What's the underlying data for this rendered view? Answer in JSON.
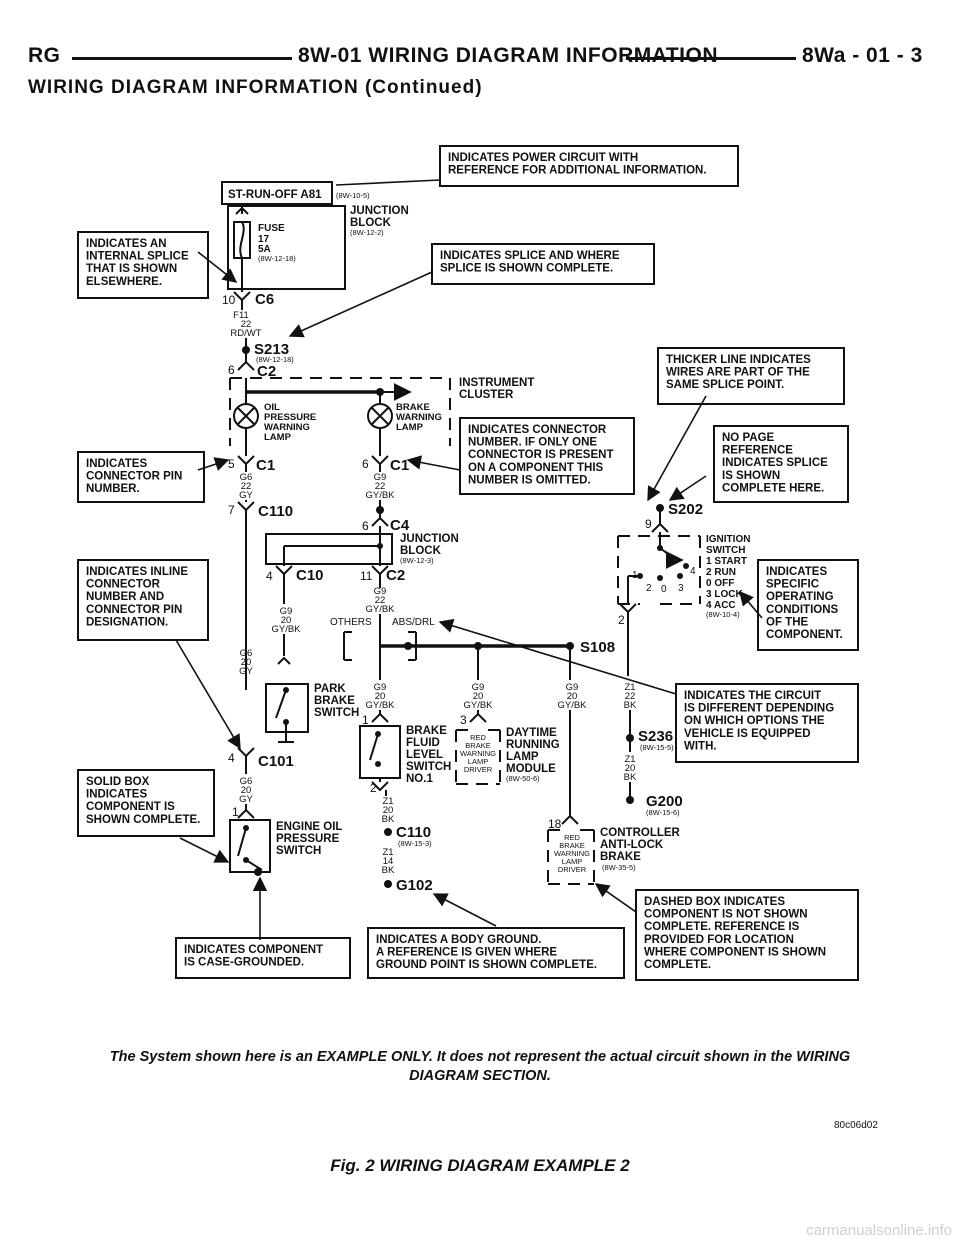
{
  "header": {
    "left": "RG",
    "center": "8W-01 WIRING DIAGRAM INFORMATION",
    "right": "8Wa - 01 - 3",
    "subtitle": "WIRING DIAGRAM INFORMATION (Continued)"
  },
  "callouts": {
    "power_circuit": [
      "INDICATES POWER CIRCUIT WITH",
      "REFERENCE FOR ADDITIONAL INFORMATION."
    ],
    "internal_splice": [
      "INDICATES AN",
      "INTERNAL SPLICE",
      "THAT IS SHOWN",
      "ELSEWHERE."
    ],
    "splice_complete": [
      "INDICATES SPLICE AND WHERE",
      "SPLICE IS SHOWN COMPLETE."
    ],
    "thicker_line": [
      "THICKER LINE INDICATES",
      "WIRES ARE PART OF THE",
      "SAME SPLICE POINT."
    ],
    "connector_number": [
      "INDICATES CONNECTOR",
      "NUMBER.  IF ONLY ONE",
      "CONNECTOR IS PRESENT",
      "ON A COMPONENT THIS",
      "NUMBER IS OMITTED."
    ],
    "no_page_ref": [
      "NO PAGE",
      "REFERENCE",
      "INDICATES SPLICE",
      "IS SHOWN",
      "COMPLETE HERE."
    ],
    "connector_pin": [
      "INDICATES",
      "CONNECTOR PIN",
      "NUMBER."
    ],
    "inline_connector": [
      "INDICATES INLINE",
      "CONNECTOR",
      "NUMBER AND",
      "CONNECTOR PIN",
      "DESIGNATION."
    ],
    "operating_conditions": [
      "INDICATES",
      "SPECIFIC",
      "OPERATING",
      "CONDITIONS",
      "OF THE",
      "COMPONENT."
    ],
    "circuit_options": [
      "INDICATES THE CIRCUIT",
      "IS DIFFERENT DEPENDING",
      "ON WHICH OPTIONS THE",
      "VEHICLE IS EQUIPPED",
      "WITH."
    ],
    "solid_box": [
      "SOLID BOX",
      "INDICATES",
      "COMPONENT IS",
      "SHOWN COMPLETE."
    ],
    "dashed_box": [
      "DASHED BOX INDICATES",
      "COMPONENT IS NOT SHOWN",
      "COMPLETE.  REFERENCE IS",
      "PROVIDED FOR LOCATION",
      "WHERE COMPONENT IS SHOWN",
      "COMPLETE."
    ],
    "case_grounded": [
      "INDICATES COMPONENT",
      "IS CASE-GROUNDED."
    ],
    "body_ground": [
      "INDICATES A BODY GROUND.",
      "A REFERENCE IS GIVEN WHERE",
      "GROUND POINT IS SHOWN COMPLETE."
    ]
  },
  "diagram": {
    "st_run_off": "ST-RUN-OFF A81",
    "st_ref": "(8W-10-5)",
    "jb1": [
      "JUNCTION",
      "BLOCK"
    ],
    "jb1_ref": "(8W-12-2)",
    "fuse": [
      "FUSE",
      "17",
      "5A"
    ],
    "fuse_ref": "(8W-12-18)",
    "pin10": "10",
    "c6": "C6",
    "wire_f11": [
      "F11",
      "22",
      "RD/WT"
    ],
    "s213": "S213",
    "s213_ref": "(8W-12-18)",
    "pin6a": "6",
    "c2a": "C2",
    "ic": [
      "INSTRUMENT",
      "CLUSTER"
    ],
    "oil_lamp": [
      "OIL",
      "PRESSURE",
      "WARNING",
      "LAMP"
    ],
    "brake_lamp": [
      "BRAKE",
      "WARNING",
      "LAMP"
    ],
    "pin5": "5",
    "c1a": "C1",
    "pin6b": "6",
    "c1b": "C1",
    "wire_g6a": [
      "G6",
      "22",
      "GY"
    ],
    "wire_g9a": [
      "G9",
      "22",
      "GY/BK"
    ],
    "pin7": "7",
    "c110a": "C110",
    "pin6c": "6",
    "c4": "C4",
    "jb2": [
      "JUNCTION",
      "BLOCK"
    ],
    "jb2_ref": "(8W-12-3)",
    "pin4a": "4",
    "c10": "C10",
    "pin11": "11",
    "c2b": "C2",
    "wire_g9b": [
      "G9",
      "20",
      "GY/BK"
    ],
    "wire_g9c": [
      "G9",
      "22",
      "GY/BK"
    ],
    "others": "OTHERS",
    "absdrl": "ABS/DRL",
    "s108": "S108",
    "wire_g6b": [
      "G6",
      "20",
      "GY"
    ],
    "park_brake": [
      "PARK",
      "BRAKE",
      "SWITCH"
    ],
    "wire_g9d": [
      "G9",
      "20",
      "GY/BK"
    ],
    "wire_g9e": [
      "G9",
      "20",
      "GY/BK"
    ],
    "wire_g9f": [
      "G9",
      "20",
      "GY/BK"
    ],
    "pin1a": "1",
    "pin3": "3",
    "bfl": [
      "BRAKE",
      "FLUID",
      "LEVEL",
      "SWITCH",
      "NO.1"
    ],
    "drl_driver": [
      "RED",
      "BRAKE",
      "WARNING",
      "LAMP",
      "DRIVER"
    ],
    "drl": [
      "DAYTIME",
      "RUNNING",
      "LAMP",
      "MODULE"
    ],
    "drl_ref": "(8W-50-6)",
    "pin4b": "4",
    "c101": "C101",
    "wire_g6c": [
      "G6",
      "20",
      "GY"
    ],
    "pin2a": "2",
    "wire_z1a": [
      "Z1",
      "20",
      "BK"
    ],
    "c110b": "C110",
    "c110b_ref": "(8W-15-3)",
    "wire_z1b": [
      "Z1",
      "14",
      "BK"
    ],
    "g102": "G102",
    "pin1b": "1",
    "eop": [
      "ENGINE OIL",
      "PRESSURE",
      "SWITCH"
    ],
    "pin18": "18",
    "cab_driver": [
      "RED",
      "BRAKE",
      "WARNING",
      "LAMP",
      "DRIVER"
    ],
    "cab": [
      "CONTROLLER",
      "ANTI-LOCK",
      "BRAKE"
    ],
    "cab_ref": "(8W-35-5)",
    "pin9": "9",
    "s202": "S202",
    "ign": [
      "IGNITION",
      "SWITCH",
      "1 START",
      "2 RUN",
      "0 OFF",
      "3 LOCK",
      "4 ACC"
    ],
    "ign_ref": "(8W-10-4)",
    "ign_pos": [
      "1",
      "2",
      "0",
      "3",
      "4"
    ],
    "pin2b": "2",
    "wire_z1c": [
      "Z1",
      "22",
      "BK"
    ],
    "s236": "S236",
    "s236_ref": "(8W-15-5)",
    "wire_z1d": [
      "Z1",
      "20",
      "BK"
    ],
    "g200": "G200",
    "g200_ref": "(8W-15-6)"
  },
  "note": [
    "The System shown here is an EXAMPLE ONLY. It does not represent the actual circuit shown in the WIRING",
    "DIAGRAM SECTION."
  ],
  "figure_code": "80c06d02",
  "caption": "Fig. 2 WIRING DIAGRAM EXAMPLE 2",
  "watermark": "carmanualsonline.info"
}
